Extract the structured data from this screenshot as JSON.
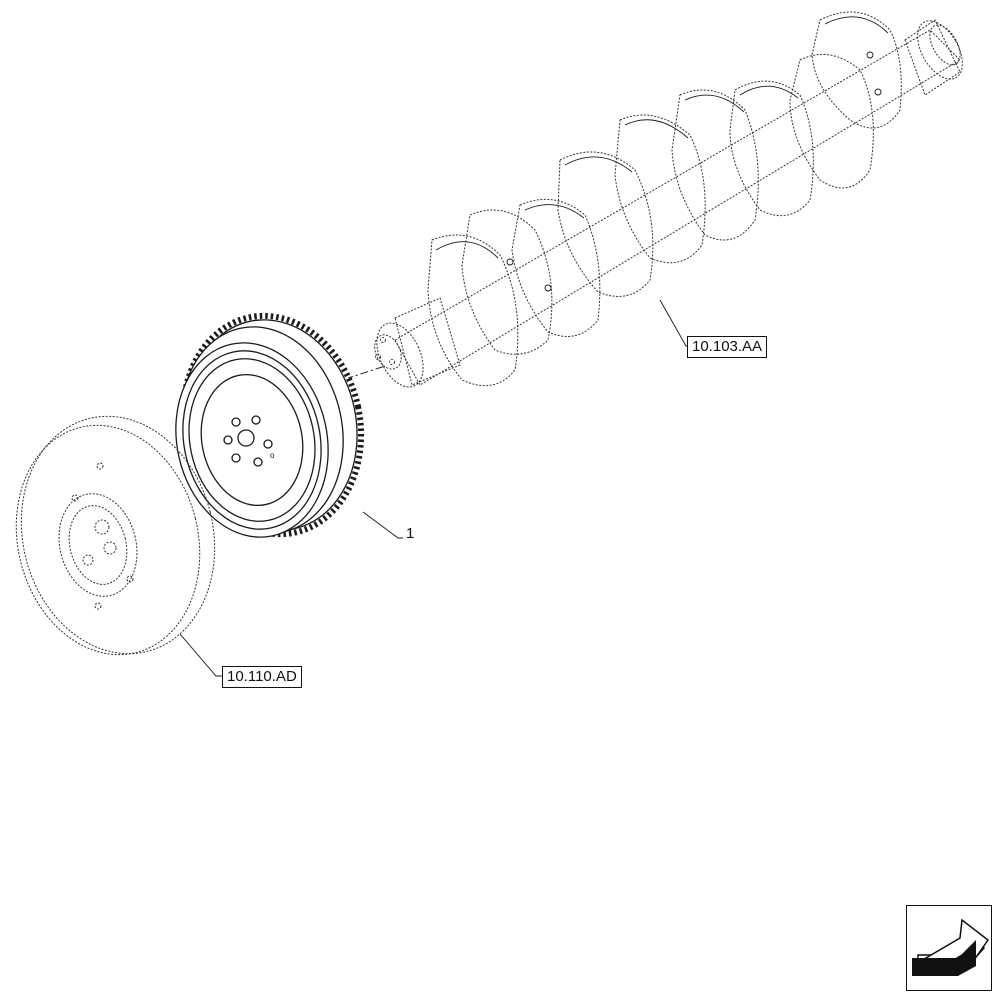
{
  "diagram": {
    "callouts": {
      "part_1": "1",
      "crankshaft_ref": "10.103.AA",
      "damper_ref": "10.110.AD"
    },
    "nav": {
      "icon": "arrow-next-icon"
    },
    "colors": {
      "line": "#1a1a1a",
      "hidden_line": "#555555",
      "fill": "#ffffff",
      "arrow_fill": "#111111"
    }
  }
}
